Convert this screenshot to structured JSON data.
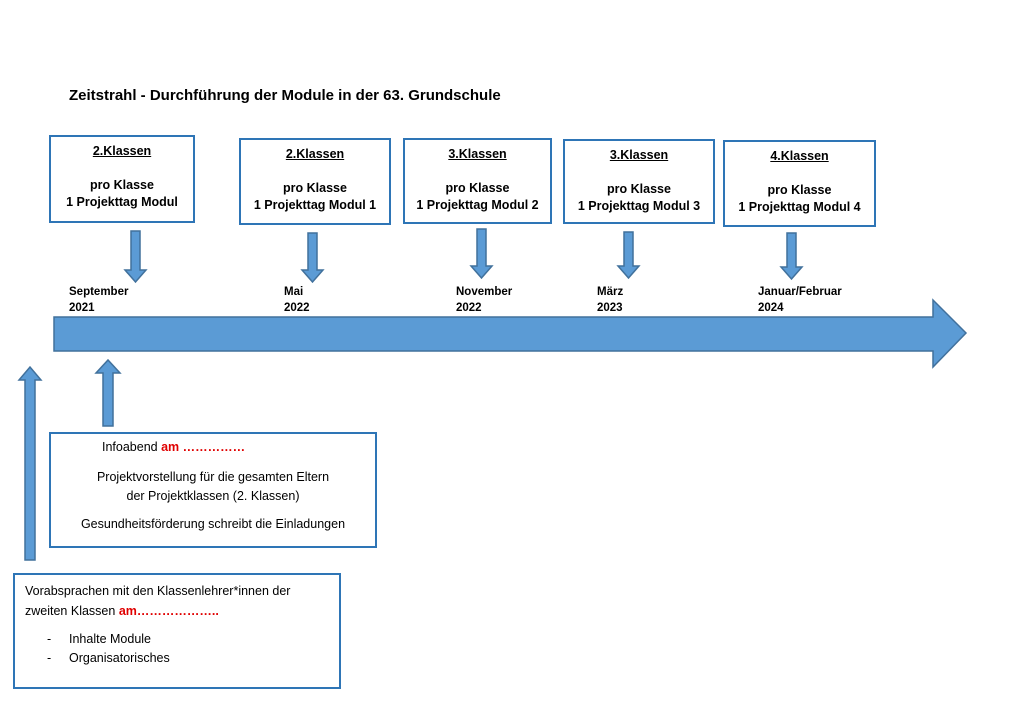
{
  "title": "Zeitstrahl - Durchführung der Module in der 63. Grundschule",
  "colors": {
    "border": "#2e75b6",
    "arrow_fill": "#5b9bd5",
    "arrow_stroke": "#41719c",
    "highlight": "#e00000"
  },
  "modules": [
    {
      "heading": "2.Klassen",
      "line1": "pro Klasse",
      "line2": "1 Projekttag Modul"
    },
    {
      "heading": "2.Klassen",
      "line1": "pro Klasse",
      "line2": "1 Projekttag Modul 1"
    },
    {
      "heading": "3.Klassen",
      "line1": "pro Klasse",
      "line2": "1 Projekttag Modul 2"
    },
    {
      "heading": "3.Klassen",
      "line1": "pro Klasse",
      "line2": "1 Projekttag Modul 3"
    },
    {
      "heading": "4.Klassen",
      "line1": "pro Klasse",
      "line2": "1 Projekttag Modul 4"
    }
  ],
  "dates": [
    {
      "line1": "September",
      "line2": "2021"
    },
    {
      "line1": "Mai",
      "line2": "2022"
    },
    {
      "line1": "November",
      "line2": "2022"
    },
    {
      "line1": "März",
      "line2": "2023"
    },
    {
      "line1": "Januar/Februar",
      "line2": "2024"
    }
  ],
  "info_box": {
    "label": "Infoabend ",
    "label_highlight": "am ……………",
    "line2": "Projektvorstellung für die gesamten Eltern",
    "line3": "der Projektklassen (2. Klassen)",
    "line4": "Gesundheitsförderung schreibt die Einladungen"
  },
  "pre_box": {
    "text": "Vorabsprachen mit den Klassenlehrer*innen der zweiten Klassen ",
    "text_highlight": "am………………..",
    "items": [
      "Inhalte Module",
      "Organisatorisches"
    ]
  }
}
